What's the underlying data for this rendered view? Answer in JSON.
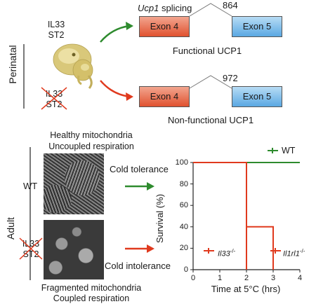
{
  "perinatal_label": "Perinatal",
  "adult_label": "Adult",
  "top_left": {
    "line1": "IL33",
    "line2": "ST2"
  },
  "top_left_ko": {
    "line1": "IL33",
    "line2": "ST2"
  },
  "splicing_title": {
    "gene": "Ucp1",
    "rest": " splicing"
  },
  "exon4": "Exon 4",
  "exon5": "Exon 5",
  "size_top": "864",
  "size_bottom": "972",
  "functional": "Functional UCP1",
  "nonfunctional": "Non-functional UCP1",
  "healthy": {
    "line1": "Healthy mitochondria",
    "line2": "Uncoupled respiration"
  },
  "fragmented": {
    "line1": "Fragmented mitochondria",
    "line2": "Coupled respiration"
  },
  "wt_label": "WT",
  "ko_label": {
    "line1": "IL33",
    "line2": "ST2"
  },
  "cold_tolerance": "Cold tolerance",
  "cold_intolerance": "Cold intolerance",
  "colors": {
    "green": "#2e8b2e",
    "red": "#e03a1e",
    "ko_cross": "#e03a1e"
  },
  "chart_data": {
    "type": "line",
    "xlabel": "Time at 5°C (hrs)",
    "ylabel": "Survival (%)",
    "xlim": [
      0,
      4
    ],
    "ylim": [
      0,
      100
    ],
    "x_ticks": [
      "0",
      "1",
      "2",
      "3",
      "4"
    ],
    "y_ticks": [
      "0",
      "20",
      "40",
      "60",
      "80",
      "100"
    ],
    "series": [
      {
        "name": "WT",
        "color": "#2e8b2e",
        "x": [
          0,
          4
        ],
        "y": [
          100,
          100
        ]
      },
      {
        "name": "Il33-/-",
        "color": "#e03a1e",
        "x": [
          0,
          2,
          2
        ],
        "y": [
          100,
          100,
          0
        ]
      },
      {
        "name": "Il1rl1-/-",
        "color": "#e03a1e",
        "x": [
          0,
          2,
          2,
          3,
          3
        ],
        "y": [
          100,
          100,
          40,
          40,
          0
        ]
      }
    ],
    "legend": {
      "wt": "WT",
      "il33": {
        "base": "Il33",
        "sup": "-/-"
      },
      "il1rl1": {
        "base": "Il1rl1",
        "sup": "-/-"
      }
    }
  }
}
